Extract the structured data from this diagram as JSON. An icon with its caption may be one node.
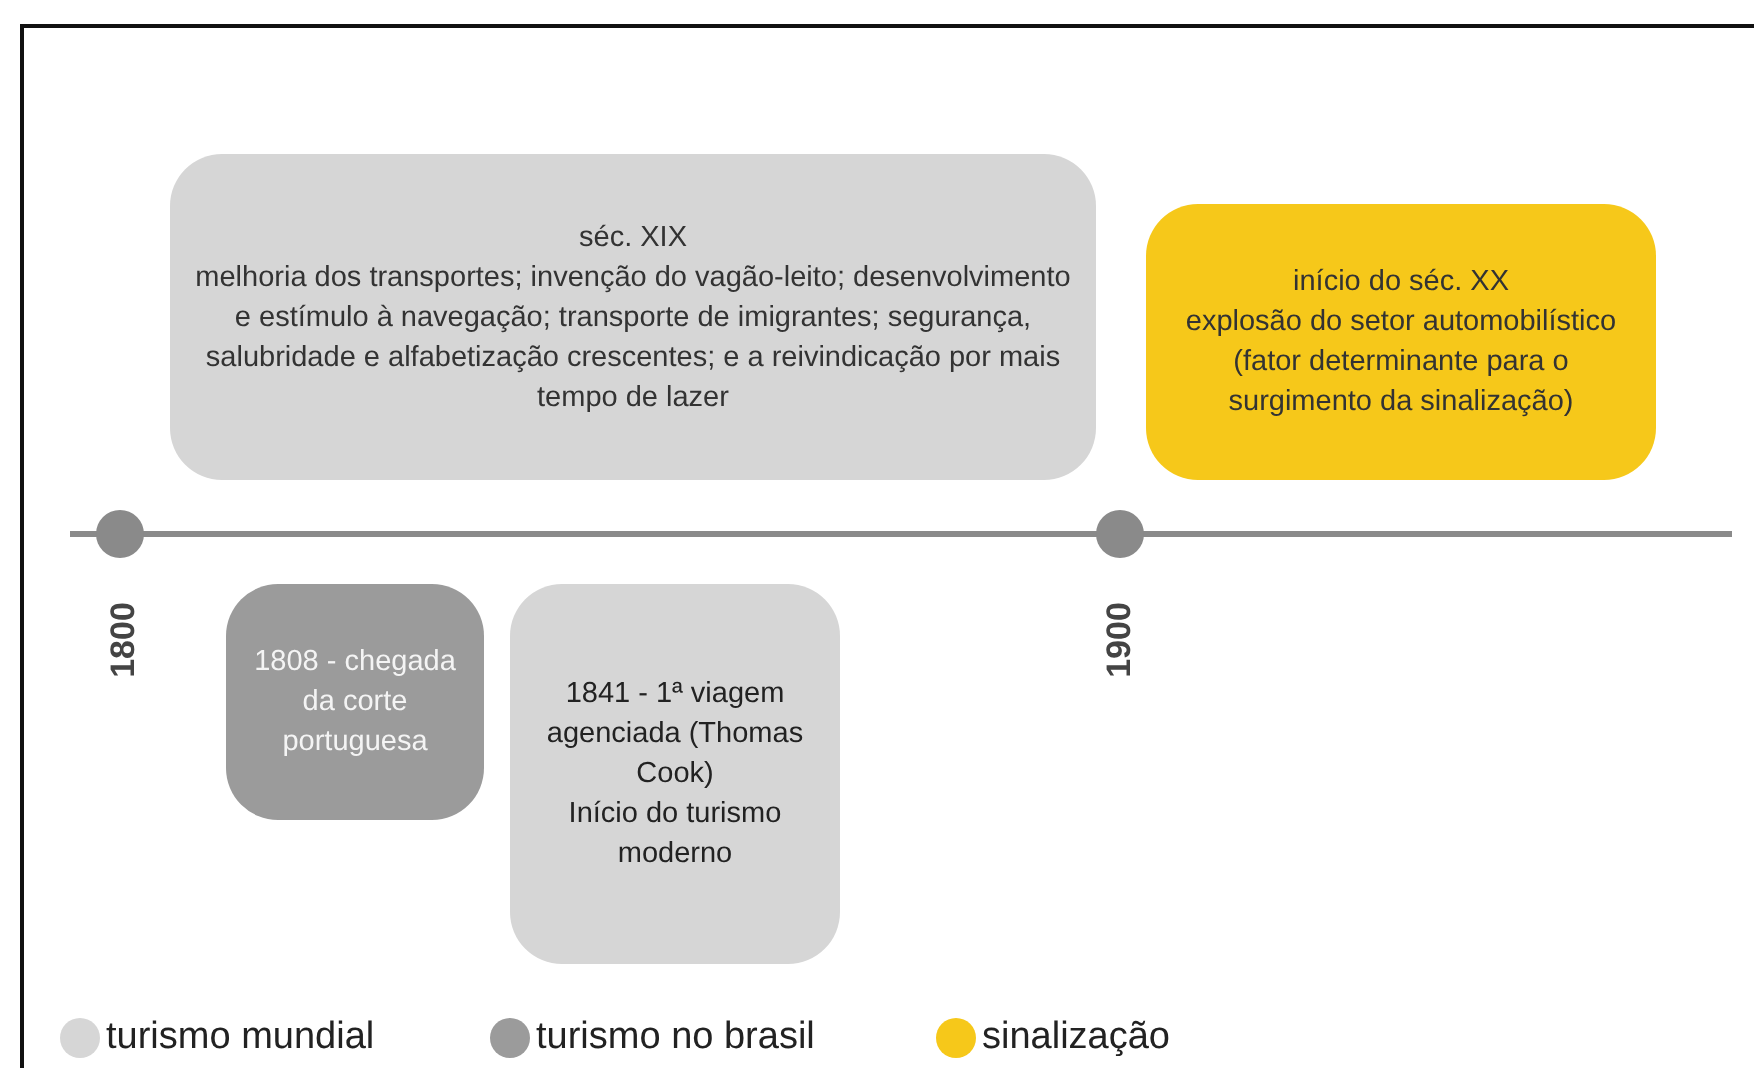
{
  "diagram": {
    "nodes": [
      {
        "text": [
          "séc. XIX",
          "melhoria dos transportes; invenção do vagão-leito; desenvolvimento e estímulo à navegação; transporte de imigrantes; segurança, salubridade e alfabetização crescentes; e a reivindicação por mais tempo de lazer"
        ]
      },
      {
        "text": [
          "início do séc. XX",
          "explosão do setor automobilístico",
          "(fator determinante para o surgimento da sinalização)"
        ]
      },
      {
        "text": [
          "1808 - chegada da corte portuguesa"
        ]
      },
      {
        "text": [
          "1841 - 1ª viagem agenciada (Thomas Cook)",
          "Início do turismo moderno"
        ]
      }
    ],
    "labels": [
      "1800",
      "1900"
    ],
    "legend": [
      {
        "text": "turismo mundial",
        "color": "#d6d6d6"
      },
      {
        "text": "turismo no brasil",
        "color": "#9b9b9b"
      },
      {
        "text": "sinalização",
        "color": "#f6c81a"
      }
    ]
  }
}
